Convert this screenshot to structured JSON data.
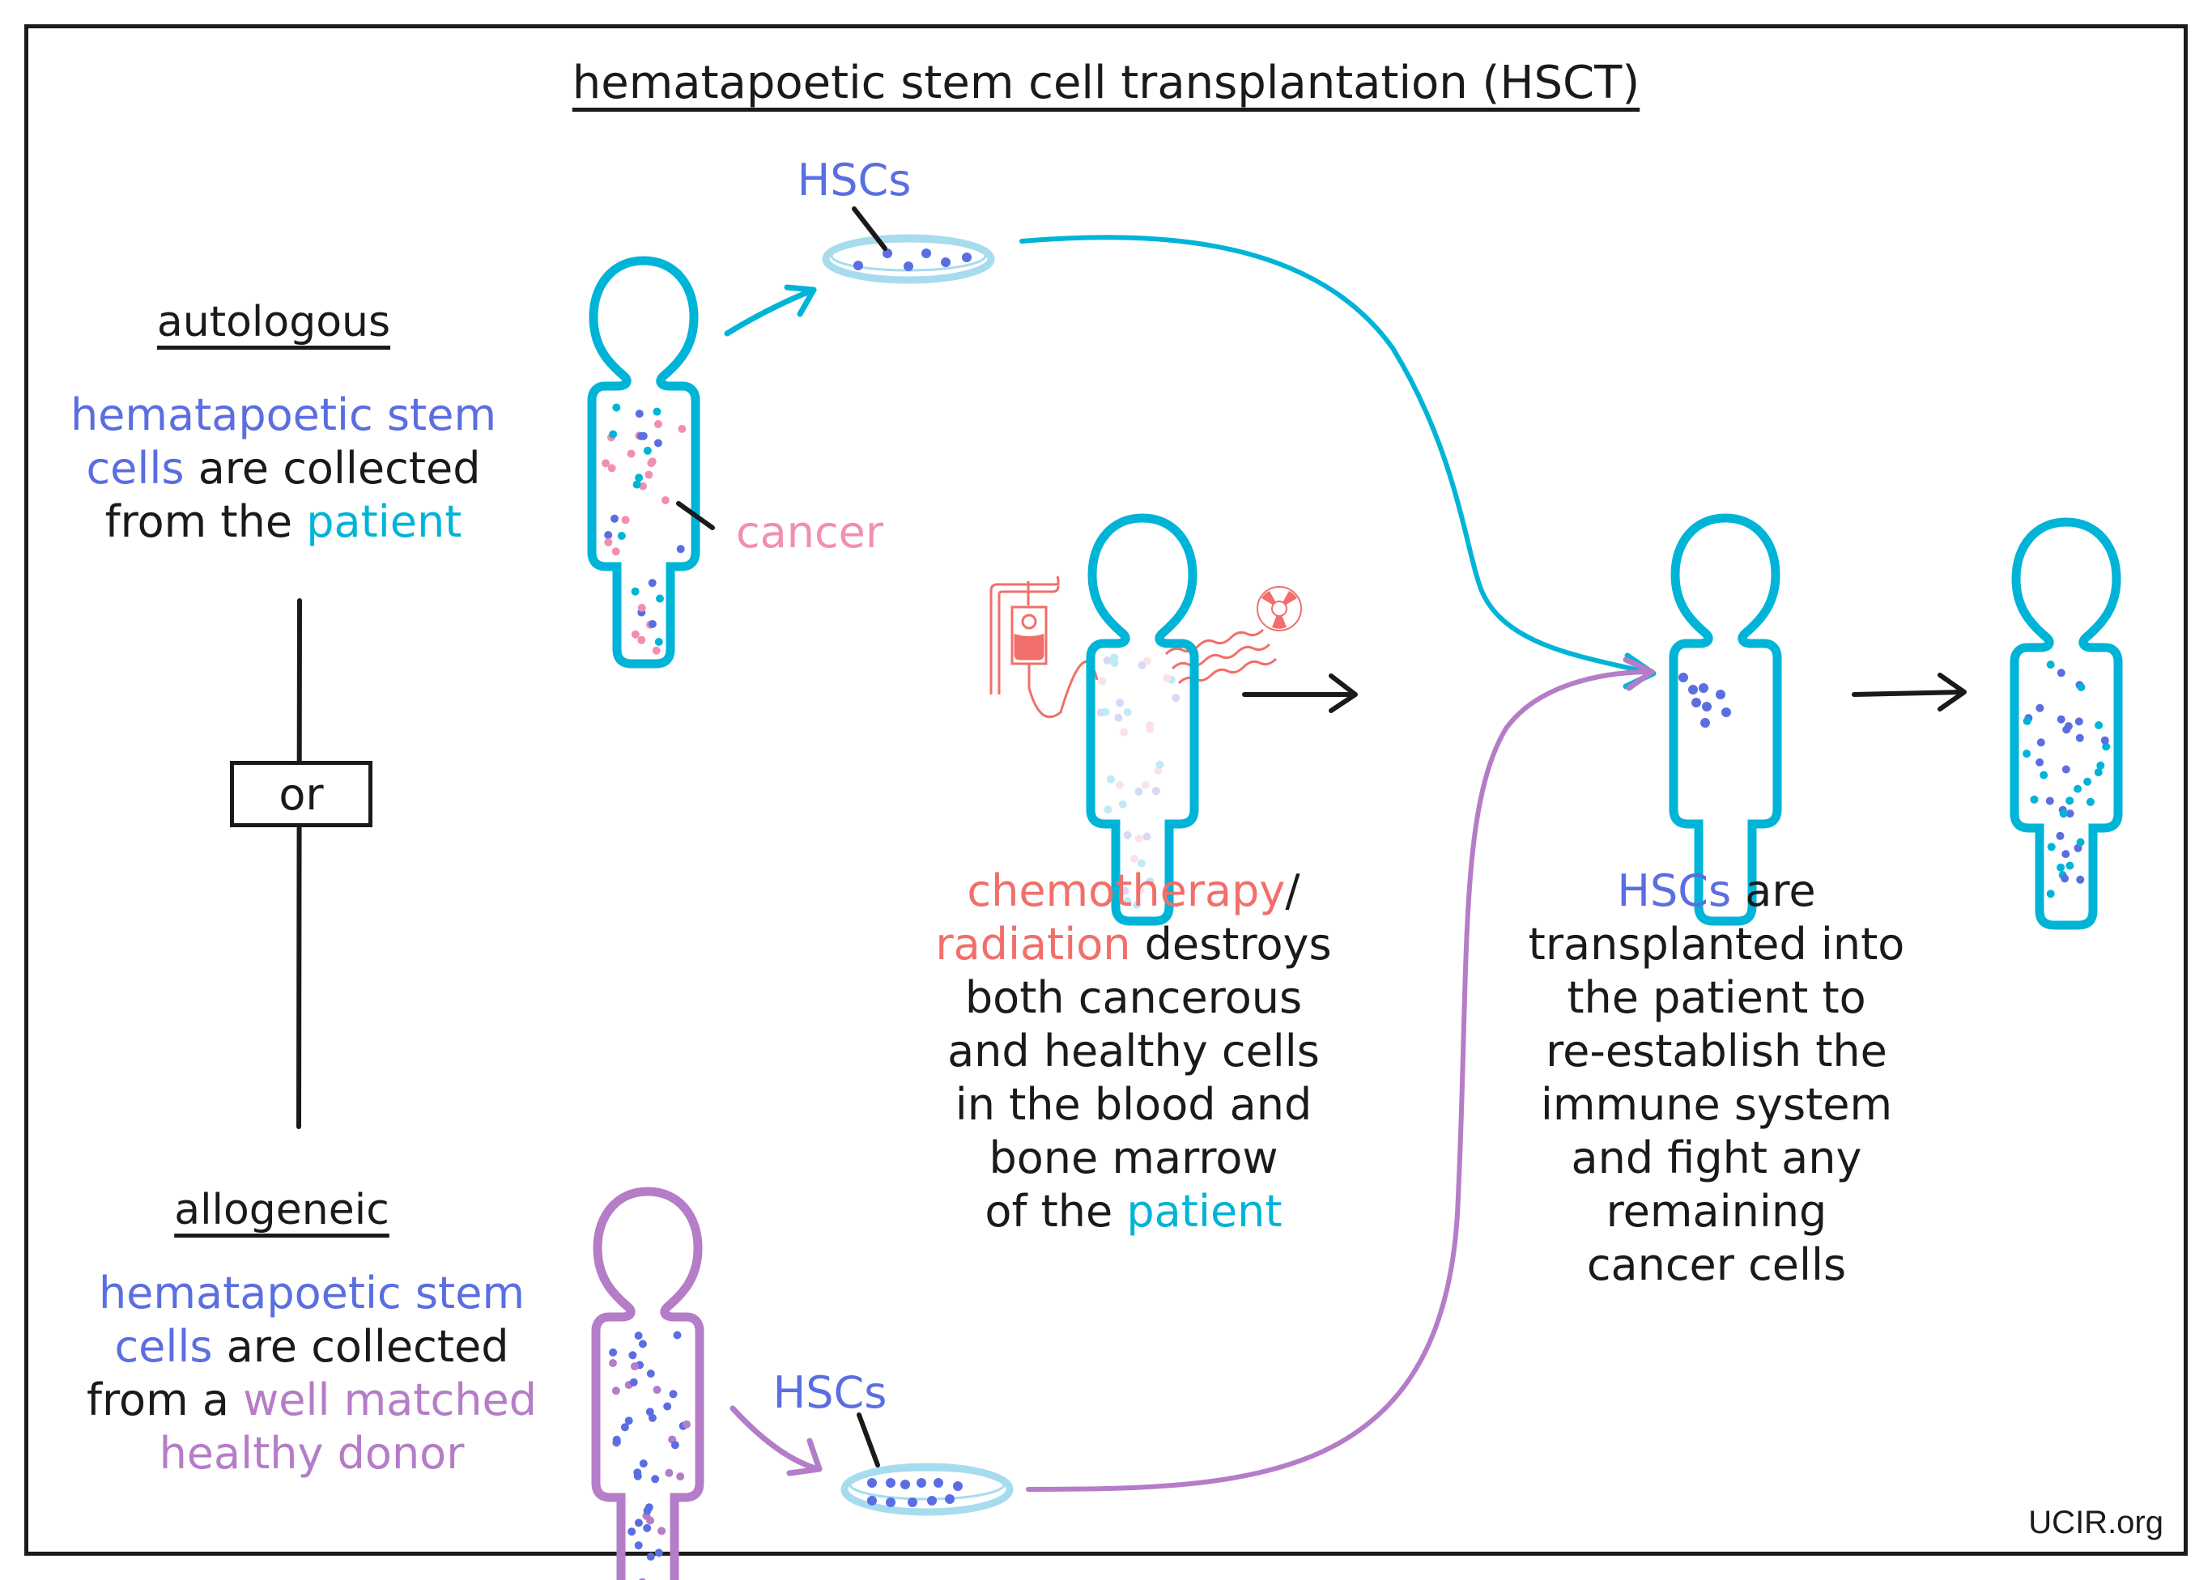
{
  "title": "hematapoetic stem cell transplantation (HSCT)",
  "colors": {
    "patient": "#00b4d8",
    "stem_cells": "#5b6ee1",
    "cancer": "#f28fb0",
    "donor": "#b57cc8",
    "treatment": "#f16f6a",
    "dish": "#a7dcef",
    "ink": "#1a1a1a"
  },
  "autologous": {
    "heading": "autologous",
    "line1_a": "hematapoetic stem",
    "line2_a": "cells",
    "line2_b": " are collected",
    "line3_a": "from the ",
    "line3_b": "patient"
  },
  "divider": {
    "label": "or"
  },
  "allogeneic": {
    "heading": "allogeneic",
    "line1_a": "hematapoetic stem",
    "line2_a": "cells",
    "line2_b": " are collected",
    "line3_a": "from a ",
    "line3_b": "well matched",
    "line4_a": "healthy donor"
  },
  "labels": {
    "hscs_top": "HSCs",
    "hscs_bottom": "HSCs",
    "cancer": "cancer"
  },
  "treatment": {
    "line1_a": "chemotherapy",
    "line1_b": "/",
    "line2_a": "radiation",
    "line2_b": " destroys",
    "line3": "both  cancerous",
    "line4": "and healthy cells",
    "line5": "in  the blood and",
    "line6": "bone marrow",
    "line7_a": "of the ",
    "line7_b": "patient"
  },
  "transplant": {
    "line1_a": "HSCs",
    "line1_b": " are",
    "line2": "transplanted into",
    "line3": "the patient to",
    "line4": "re-establish the",
    "line5": "immune system",
    "line6": "and  fight any",
    "line7": "remaining",
    "line8": "cancer cells"
  },
  "icons": [
    "iv-bag-biohazard-icon",
    "radiation-symbol-icon",
    "petri-dish-icon",
    "person-silhouette-icon",
    "arrow-right-icon"
  ],
  "credit": "UCIR.org"
}
